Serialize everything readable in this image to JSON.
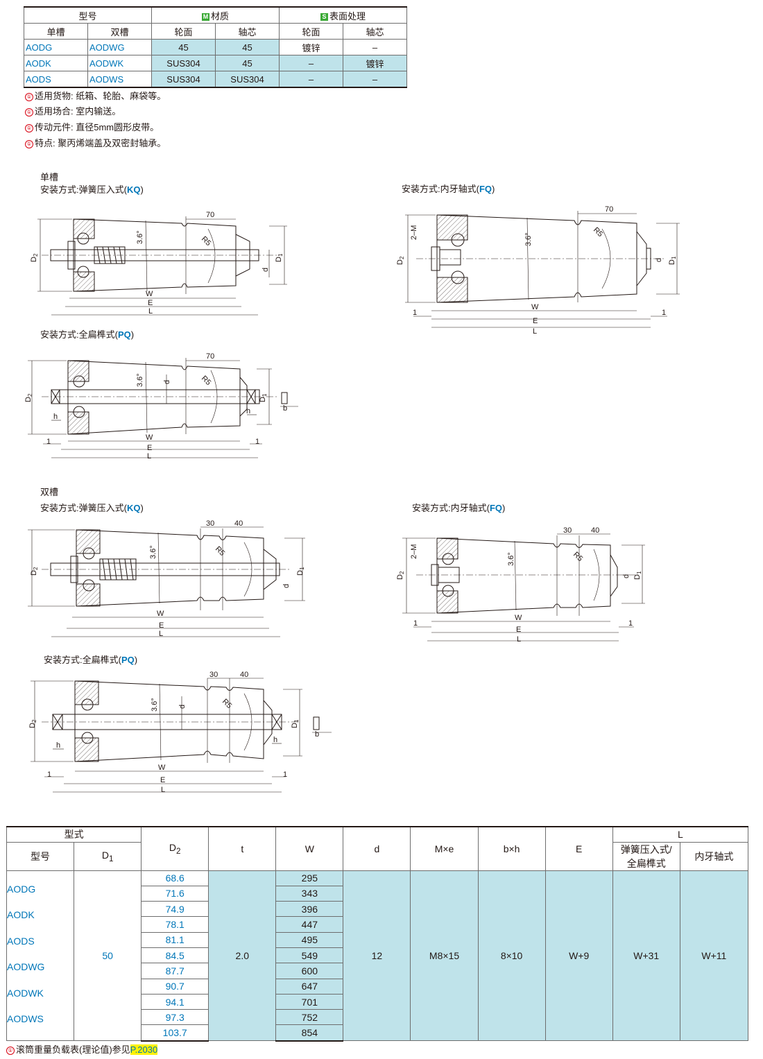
{
  "material_table": {
    "hdr_model": "型号",
    "hdr_material_tag": "M",
    "hdr_material": "材质",
    "hdr_surface_tag": "S",
    "hdr_surface": "表面处理",
    "sub_single": "单槽",
    "sub_double": "双槽",
    "sub_wheel": "轮面",
    "sub_shaft": "轴芯",
    "sub_wheel2": "轮面",
    "sub_shaft2": "轴芯",
    "rows": [
      {
        "single": "AODG",
        "double": "AODWG",
        "m_wheel": "45",
        "m_shaft": "45",
        "s_wheel": "镀锌",
        "s_shaft": "–"
      },
      {
        "single": "AODK",
        "double": "AODWK",
        "m_wheel": "SUS304",
        "m_shaft": "45",
        "s_wheel": "–",
        "s_shaft": "镀锌"
      },
      {
        "single": "AODS",
        "double": "AODWS",
        "m_wheel": "SUS304",
        "m_shaft": "SUS304",
        "s_wheel": "–",
        "s_shaft": "–"
      }
    ]
  },
  "notes": [
    "适用货物: 纸箱、轮胎、麻袋等。",
    "适用场合: 室内输送。",
    "传动元件: 直径5mm圆形皮带。",
    "特点: 聚丙烯端盖及双密封轴承。"
  ],
  "note_mark": "①",
  "drawings": {
    "single_title": "单槽",
    "double_title": "双槽",
    "kq_label": "安装方式:弹簧压入式(",
    "kq_code": "KQ",
    "fq_label": "安装方式:内牙轴式(",
    "fq_code": "FQ",
    "pq_label": "安装方式:全扁榫式(",
    "pq_code": "PQ",
    "close": ")",
    "dims": {
      "d70": "70",
      "d30": "30",
      "d40": "40",
      "angle": "3.6°",
      "r": "R5",
      "W": "W",
      "E": "E",
      "L": "L",
      "D1": "D1",
      "D2": "D2",
      "d": "d",
      "h": "h",
      "b": "b",
      "one": "1",
      "M": "2–M"
    }
  },
  "spec_table": {
    "hdr_type": "型式",
    "hdr_model": "型号",
    "hdr_D1": "D",
    "hdr_D1_sub": "1",
    "hdr_D2": "D",
    "hdr_D2_sub": "2",
    "hdr_t": "t",
    "hdr_W": "W",
    "hdr_d": "d",
    "hdr_Me": "M×e",
    "hdr_bh": "b×h",
    "hdr_E": "E",
    "hdr_L": "L",
    "hdr_L_kq": "弹簧压入式/",
    "hdr_L_kq2": "全扁榫式",
    "hdr_L_fq": "内牙轴式",
    "models": [
      "AODG",
      "AODK",
      "AODS",
      "AODWG",
      "AODWK",
      "AODWS"
    ],
    "D1": "50",
    "D2": [
      "68.6",
      "71.6",
      "74.9",
      "78.1",
      "81.1",
      "84.5",
      "87.7",
      "90.7",
      "94.1",
      "97.3",
      "103.7"
    ],
    "t": "2.0",
    "W": [
      "295",
      "343",
      "396",
      "447",
      "495",
      "549",
      "600",
      "647",
      "701",
      "752",
      "854"
    ],
    "d": "12",
    "Me": "M8×15",
    "bh": "8×10",
    "E": "W+9",
    "L_kq": "W+31",
    "L_fq": "W+11"
  },
  "footer": {
    "mark": "①",
    "text": "滚筒重量负载表(理论值)参见",
    "ref": "P.2030"
  }
}
